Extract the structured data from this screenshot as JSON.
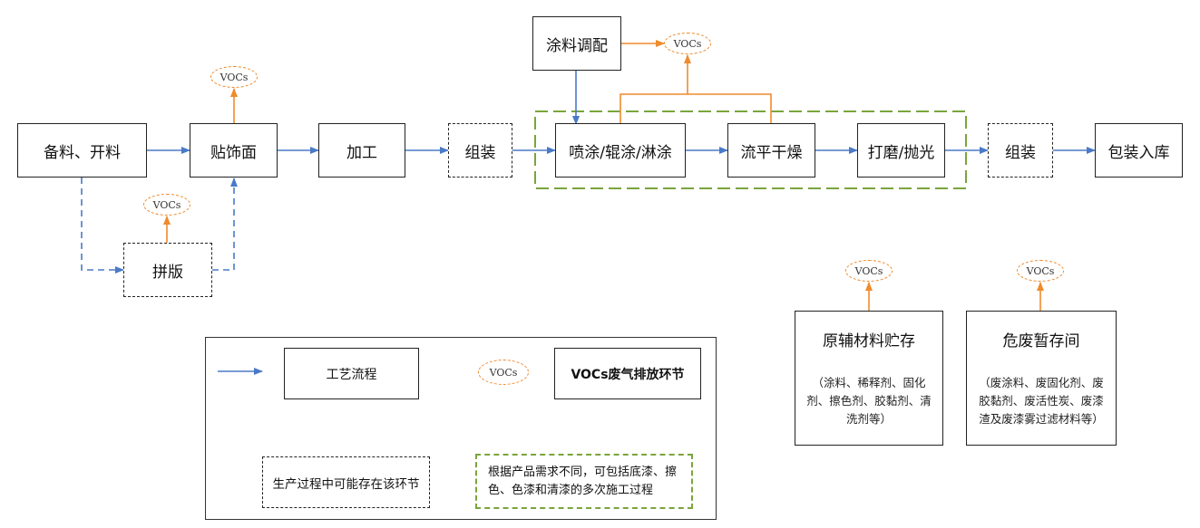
{
  "process": {
    "prepare": "备料、开料",
    "veneer": "贴饰面",
    "machining": "加工",
    "assembly1": "组装",
    "spray": "喷涂/辊涂/淋涂",
    "leveling": "流平干燥",
    "sanding": "打磨/抛光",
    "assembly2": "组装",
    "packaging": "包装入库",
    "splicing": "拼版",
    "paint_mixing": "涂料调配"
  },
  "voc_label": "VOCs",
  "storage": {
    "raw": {
      "title": "原辅材料贮存",
      "desc": "（涂料、稀释剂、固化剂、擦色剂、胶黏剂、清洗剂等）"
    },
    "hazard": {
      "title": "危废暂存间",
      "desc": "（废涂料、废固化剂、废胶黏剂、废活性炭、废漆渣及废漆雾过滤材料等）"
    }
  },
  "legend": {
    "process_flow": "工艺流程",
    "voc_emission": "VOCs废气排放环节",
    "may_exist": "生产过程中可能存在该环节",
    "multi_coat": "根据产品需求不同，可包括底漆、擦色、色漆和清漆的多次施工过程"
  },
  "colors": {
    "flow_arrow": "#4a7ac7",
    "voc_arrow": "#f08a2c",
    "voc_border": "#f08a2c",
    "group_border": "#7aa53b",
    "box_border": "#222222"
  }
}
